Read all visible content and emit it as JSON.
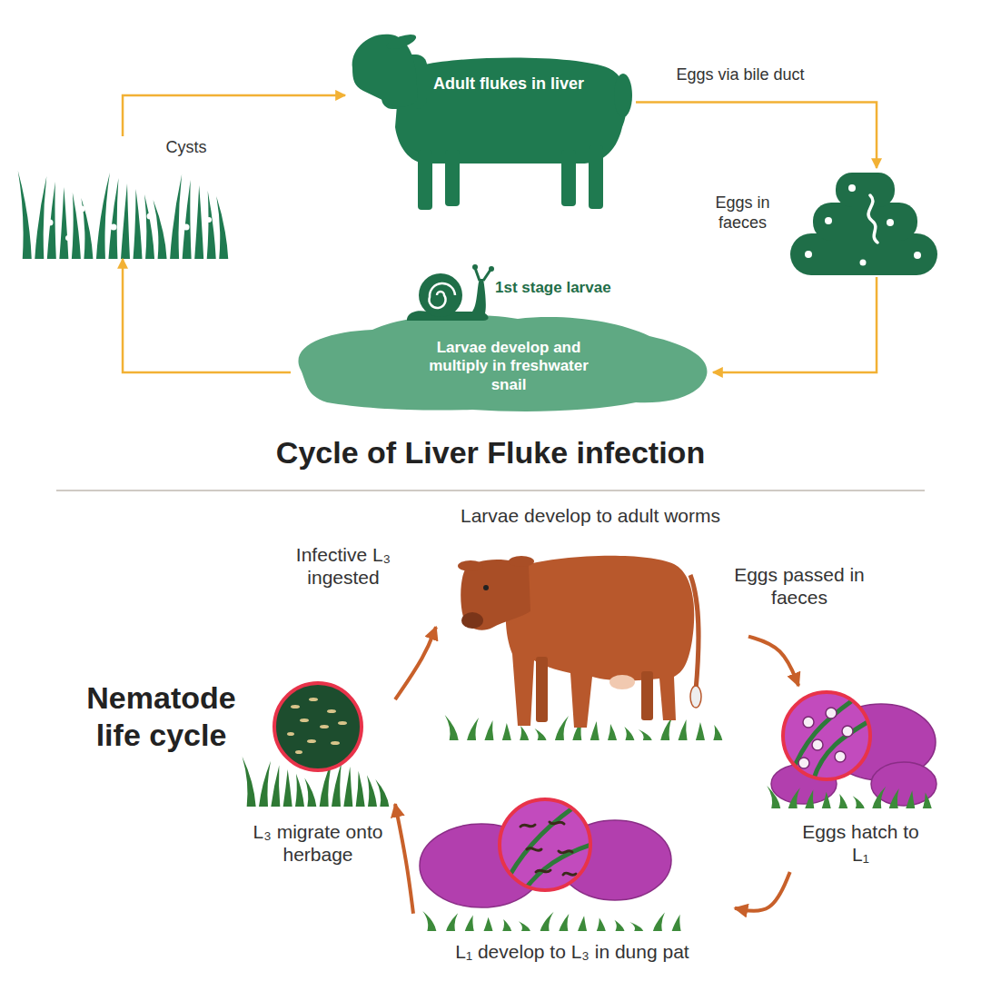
{
  "diagram": {
    "title": "Cycle of Liver Fluke infection",
    "nodes": [
      {
        "text": [
          "Adult flukes in liver"
        ]
      },
      {
        "text": [
          "Eggs in faeces"
        ]
      },
      {
        "text": [
          "1st stage larvae",
          "Larvae develop and multiply in freshwater snail"
        ]
      },
      {
        "text": [
          "Cysts"
        ]
      },
      {
        "text": [
          "Larvae develop to adult worms"
        ]
      },
      {
        "text": [
          "Eggs hatch to L₁"
        ]
      },
      {
        "text": [
          "L₁ develop to L₃ in dung pat"
        ]
      },
      {
        "text": [
          "L₃ migrate onto herbage"
        ]
      }
    ],
    "edges": [
      {
        "from": 0,
        "to": 1,
        "arrow": "to",
        "label": "Eggs via bile duct"
      },
      {
        "from": 1,
        "to": 2,
        "arrow": "to"
      },
      {
        "from": 2,
        "to": 3,
        "arrow": "to"
      },
      {
        "from": 3,
        "to": 0,
        "arrow": "to"
      },
      {
        "from": 4,
        "to": 5,
        "arrow": "to",
        "label": "Eggs passed in faeces"
      },
      {
        "from": 5,
        "to": 6,
        "arrow": "to"
      },
      {
        "from": 6,
        "to": 7,
        "arrow": "to"
      },
      {
        "from": 7,
        "to": 4,
        "arrow": "to",
        "label": "Infective L₃ ingested"
      }
    ],
    "labels": [
      "Nematode life cycle"
    ]
  }
}
